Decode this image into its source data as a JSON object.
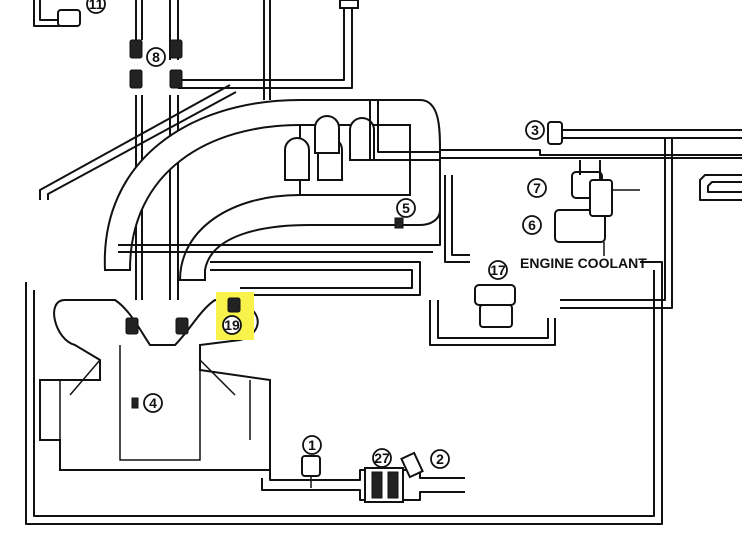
{
  "diagram": {
    "callouts": [
      {
        "id": "c1",
        "label": "1"
      },
      {
        "id": "c2",
        "label": "2"
      },
      {
        "id": "c3",
        "label": "3"
      },
      {
        "id": "c4",
        "label": "4"
      },
      {
        "id": "c5",
        "label": "5"
      },
      {
        "id": "c6",
        "label": "6"
      },
      {
        "id": "c7",
        "label": "7"
      },
      {
        "id": "c8",
        "label": "8"
      },
      {
        "id": "c11",
        "label": "11"
      },
      {
        "id": "c17",
        "label": "17"
      },
      {
        "id": "c19",
        "label": "19"
      },
      {
        "id": "c27",
        "label": "27"
      }
    ],
    "coolant_label": "ENGINE COOLANT",
    "highlight_color": "#f8f24a"
  }
}
